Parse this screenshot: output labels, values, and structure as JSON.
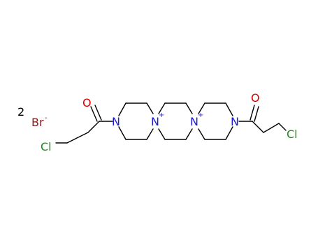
{
  "counterion": {
    "coefficient": "2",
    "symbol": "Br",
    "charge": "-"
  },
  "atoms": {
    "cl_left": "Cl",
    "o_left": "O",
    "n_amide_left": "N",
    "n_spiro_left": "N",
    "n_spiro_right": "N",
    "n_amide_right": "N",
    "o_right": "O",
    "cl_right": "Cl",
    "plus": "+"
  },
  "colors": {
    "carbon": "#000000",
    "nitrogen": "#1a1ad6",
    "oxygen": "#e00000",
    "chlorine": "#1a8c1a",
    "bromine": "#8b1a1a"
  }
}
